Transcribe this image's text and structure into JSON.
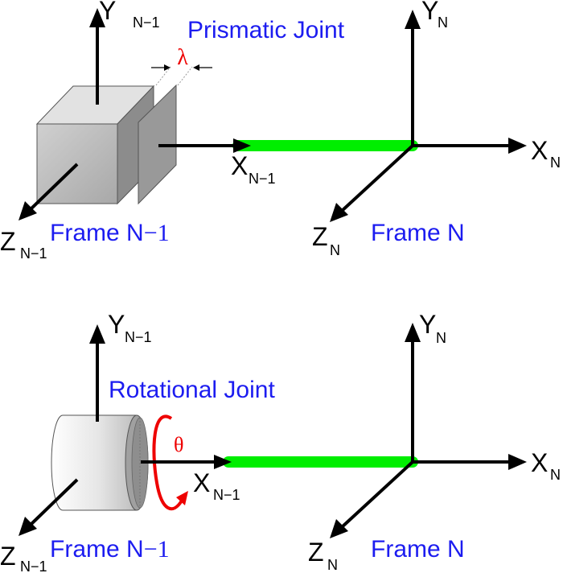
{
  "colors": {
    "title": "#1c1cf0",
    "link": "#00ee00",
    "joint_param": "#ee0000",
    "axis": "#000000"
  },
  "prismatic": {
    "title": "Prismatic Joint",
    "param": "λ",
    "frame_prev": {
      "label_main": "Frame N",
      "label_suffix": "−1",
      "y_axis": {
        "main": "Y",
        "sub": "N−1"
      },
      "x_axis": {
        "main": "X",
        "sub": "N−1"
      },
      "z_axis": {
        "main": "Z",
        "sub": "N−1"
      }
    },
    "frame_next": {
      "label": "Frame N",
      "y_axis": {
        "main": "Y",
        "sub": "N"
      },
      "x_axis": {
        "main": "X",
        "sub": "N"
      },
      "z_axis": {
        "main": "Z",
        "sub": "N"
      }
    }
  },
  "rotational": {
    "title": "Rotational Joint",
    "param": "θ",
    "frame_prev": {
      "label_main": "Frame N",
      "label_suffix": "−1",
      "y_axis": {
        "main": "Y",
        "sub": "N−1"
      },
      "x_axis": {
        "main": "X",
        "sub": "N−1"
      },
      "z_axis": {
        "main": "Z",
        "sub": "N−1"
      }
    },
    "frame_next": {
      "label": "Frame N",
      "y_axis": {
        "main": "Y",
        "sub": "N"
      },
      "x_axis": {
        "main": "X",
        "sub": "N"
      },
      "z_axis": {
        "main": "Z",
        "sub": "N"
      }
    }
  }
}
